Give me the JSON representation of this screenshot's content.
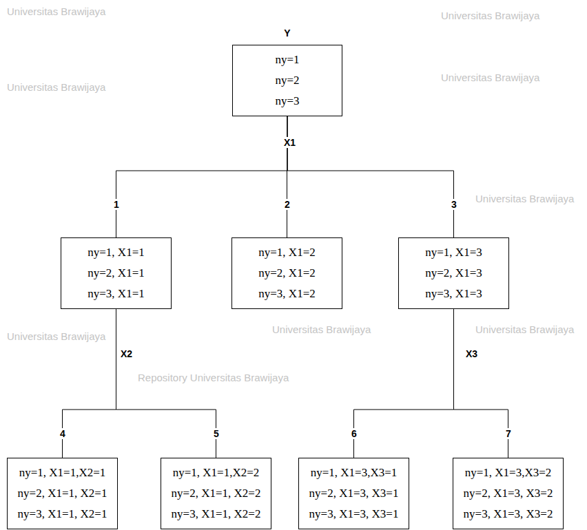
{
  "diagram": {
    "nodes": [
      {
        "text": [
          "Y",
          "ny=1",
          "ny=2",
          "ny=3"
        ]
      },
      {
        "text": [
          "ny=1, X1=1",
          "ny=2, X1=1",
          "ny=3, X1=1"
        ]
      },
      {
        "text": [
          "ny=1, X1=2",
          "ny=2, X1=2",
          "ny=3, X1=2"
        ]
      },
      {
        "text": [
          "ny=1, X1=3",
          "ny=2, X1=3",
          "ny=3, X1=3"
        ]
      },
      {
        "text": [
          "ny=1, X1=1,X2=1",
          "ny=2, X1=1, X2=1",
          "ny=3, X1=1, X2=1"
        ]
      },
      {
        "text": [
          "ny=1, X1=1,X2=2",
          "ny=2, X1=1, X2=2",
          "ny=3, X1=1, X2=2"
        ]
      },
      {
        "text": [
          "ny=1, X1=3,X3=1",
          "ny=2, X1=3, X3=1",
          "ny=3, X1=3, X3=1"
        ]
      },
      {
        "text": [
          "ny=1, X1=3,X3=2",
          "ny=2, X1=3, X3=2",
          "ny=3, X1=3, X3=2"
        ]
      }
    ],
    "edges": [
      {
        "from": 0,
        "to": 1,
        "label": "1",
        "arrow": "none"
      },
      {
        "from": 0,
        "to": 2,
        "label": "2",
        "arrow": "none"
      },
      {
        "from": 0,
        "to": 3,
        "label": "3",
        "arrow": "none"
      },
      {
        "from": 1,
        "to": 4,
        "label": "4",
        "arrow": "none"
      },
      {
        "from": 1,
        "to": 5,
        "label": "5",
        "arrow": "none"
      },
      {
        "from": 3,
        "to": 6,
        "label": "6",
        "arrow": "none"
      },
      {
        "from": 3,
        "to": 7,
        "label": "7",
        "arrow": "none"
      }
    ],
    "labels": [
      "X1",
      "X2",
      "X3",
      "Universitas Brawijaya",
      "Universitas Brawijaya",
      "Universitas Brawijaya",
      "Universitas Brawijaya",
      "Universitas Brawijaya",
      "Universitas Brawijaya",
      "Repository Universitas Brawijaya",
      "Universitas Brawijaya",
      "Universitas Brawijaya"
    ]
  }
}
